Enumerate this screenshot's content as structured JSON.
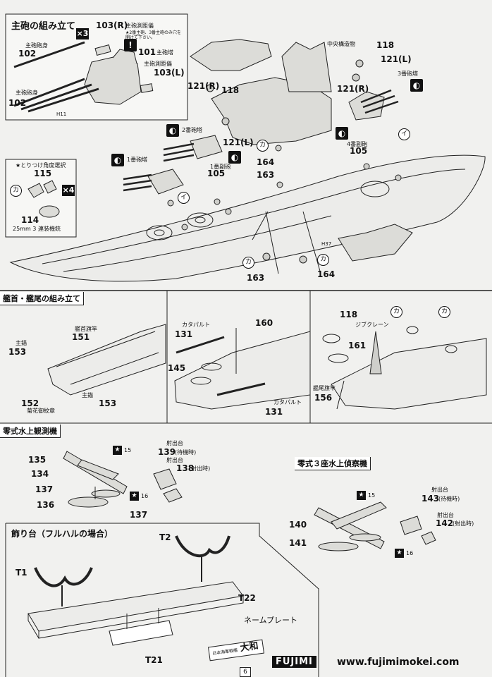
{
  "main_gun": {
    "title": "主砲の組み立て",
    "mult": "×3",
    "labels": {
      "p102a": "102",
      "p102a_name": "主砲砲身",
      "p102b": "102",
      "p102b_name": "主砲砲身",
      "p103r": "103(R)",
      "p103r_name": "主砲測距儀",
      "p101": "101",
      "p101_name": "主砲塔",
      "p103l": "103(L)",
      "p103l_name": "主砲測距儀",
      "note": "★2番主砲、3番主砲のみ穴を開けて下さい。",
      "h11": "H11"
    }
  },
  "aa_box": {
    "caption": "★とりつけ角度選択",
    "p115": "115",
    "p114": "114",
    "mult": "×4",
    "name": "25mm 3 連装機銃",
    "ka": "カ"
  },
  "hull": {
    "central": "中央構造物",
    "p118a": "118",
    "p121l_a": "121(L)",
    "turret3": "3番砲塔",
    "p121r_a": "121(R)",
    "p121r_b": "121(R)",
    "p118b": "118",
    "turret2": "2番砲塔",
    "p121l_b": "121(L)",
    "turret1": "1番砲塔",
    "sec_gun1": "1番副砲",
    "p105a": "105",
    "sec_gun4": "4番副砲",
    "p105b": "105",
    "p164a": "164",
    "p163a": "163",
    "p163b": "163",
    "p164b": "164",
    "h37": "H37",
    "ka": "カ",
    "i": "イ"
  },
  "bow_stern": {
    "title": "艦首・艦尾の組み立て",
    "flagpole": "艦首旗竿",
    "p151": "151",
    "anchor": "主錨",
    "p153a": "153",
    "p152": "152",
    "chrysanthemum": "菊花御紋章",
    "p153b": "153",
    "catapult_a": "カタパルト",
    "p131a": "131",
    "p160": "160",
    "p145": "145",
    "catapult_b": "カタパルト",
    "p131b": "131",
    "p118": "118",
    "jib_crane": "ジブクレーン",
    "p161": "161",
    "stern_flag": "艦尾旗竿",
    "p156": "156",
    "ka": "カ"
  },
  "zero_obs": {
    "title": "零式水上観測機",
    "p135": "135",
    "p134": "134",
    "p137a": "137",
    "p136": "136",
    "p137b": "137",
    "star15": "15",
    "star16": "16",
    "launch": "射出台",
    "p139": "139",
    "p139_state": "(待機時)",
    "p138": "138",
    "p138_state": "(射出時)",
    "launch2": "射出台"
  },
  "zero_recon": {
    "title": "零式３座水上偵察機",
    "p140": "140",
    "p141": "141",
    "star15": "15",
    "star16": "16",
    "launch": "射出台",
    "p143": "143",
    "p143_state": "(待機時)",
    "launch2": "射出台",
    "p142": "142",
    "p142_state": "(射出時)"
  },
  "stand": {
    "title": "飾り台（フルハルの場合）",
    "t1": "T1",
    "t2": "T2",
    "t22": "T22",
    "t21": "T21",
    "nameplate_label": "ネームプレート",
    "ship_name": "大和",
    "plate_sub": "日本海軍戦艦"
  },
  "footer": {
    "page": "6",
    "brand": "FUJIMI",
    "url": "www.fujimimokei.com"
  }
}
